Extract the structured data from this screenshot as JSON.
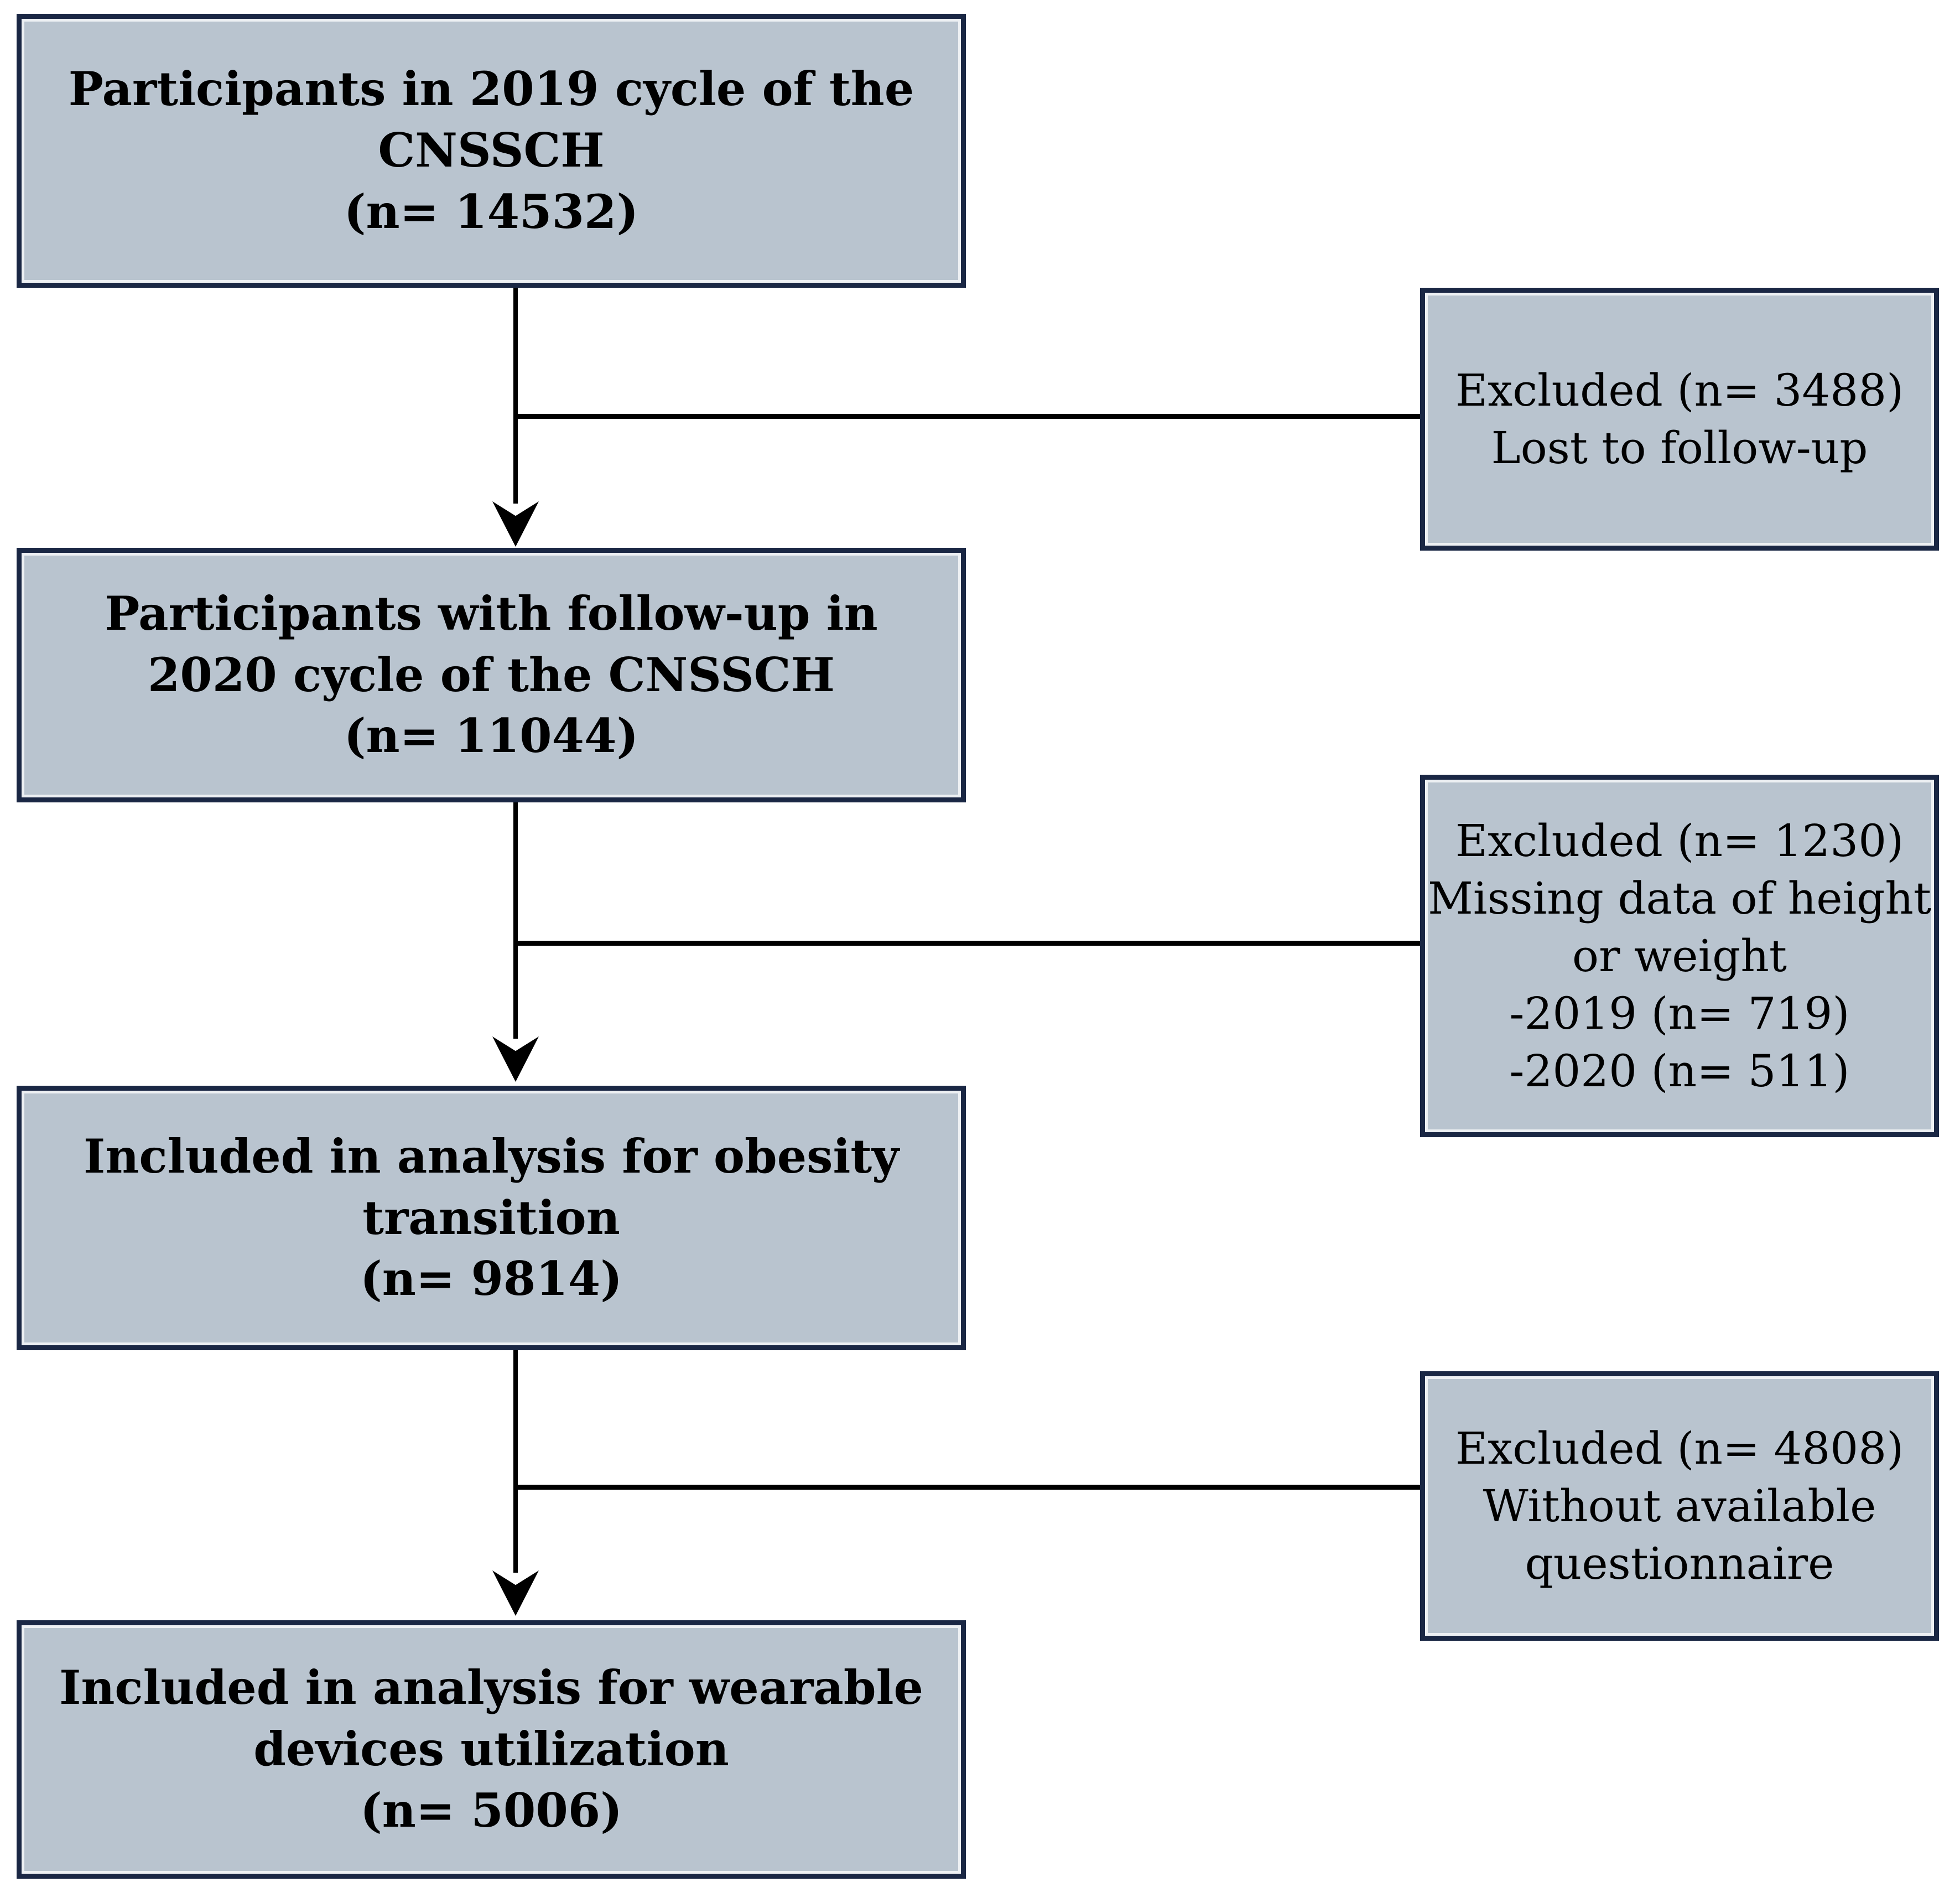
{
  "figure": {
    "type": "participant-flow-diagram",
    "main_boxes": [
      {
        "text": "Participants in 2019 cycle of the\nCNSSCH\n(n= 14532)"
      },
      {
        "text": "Participants with follow-up in\n2020 cycle of the CNSSCH\n(n= 11044)"
      },
      {
        "text": "Included in analysis for obesity\ntransition\n(n= 9814)"
      },
      {
        "text": "Included in analysis for wearable\ndevices utilization\n(n= 5006)"
      }
    ],
    "exclusion_boxes": [
      {
        "text": "Excluded (n= 3488)\nLost to follow-up"
      },
      {
        "text": "Excluded (n= 1230)\nMissing data of height\nor weight\n-2019 (n= 719)\n-2020 (n= 511)"
      },
      {
        "text": "Excluded (n= 4808)\nWithout available\nquestionnaire"
      }
    ],
    "colors": {
      "background": "#ffffff",
      "box_fill": "#b9c4cf",
      "box_border": "#1a2744",
      "connector": "#000000",
      "text": "#000000"
    }
  }
}
